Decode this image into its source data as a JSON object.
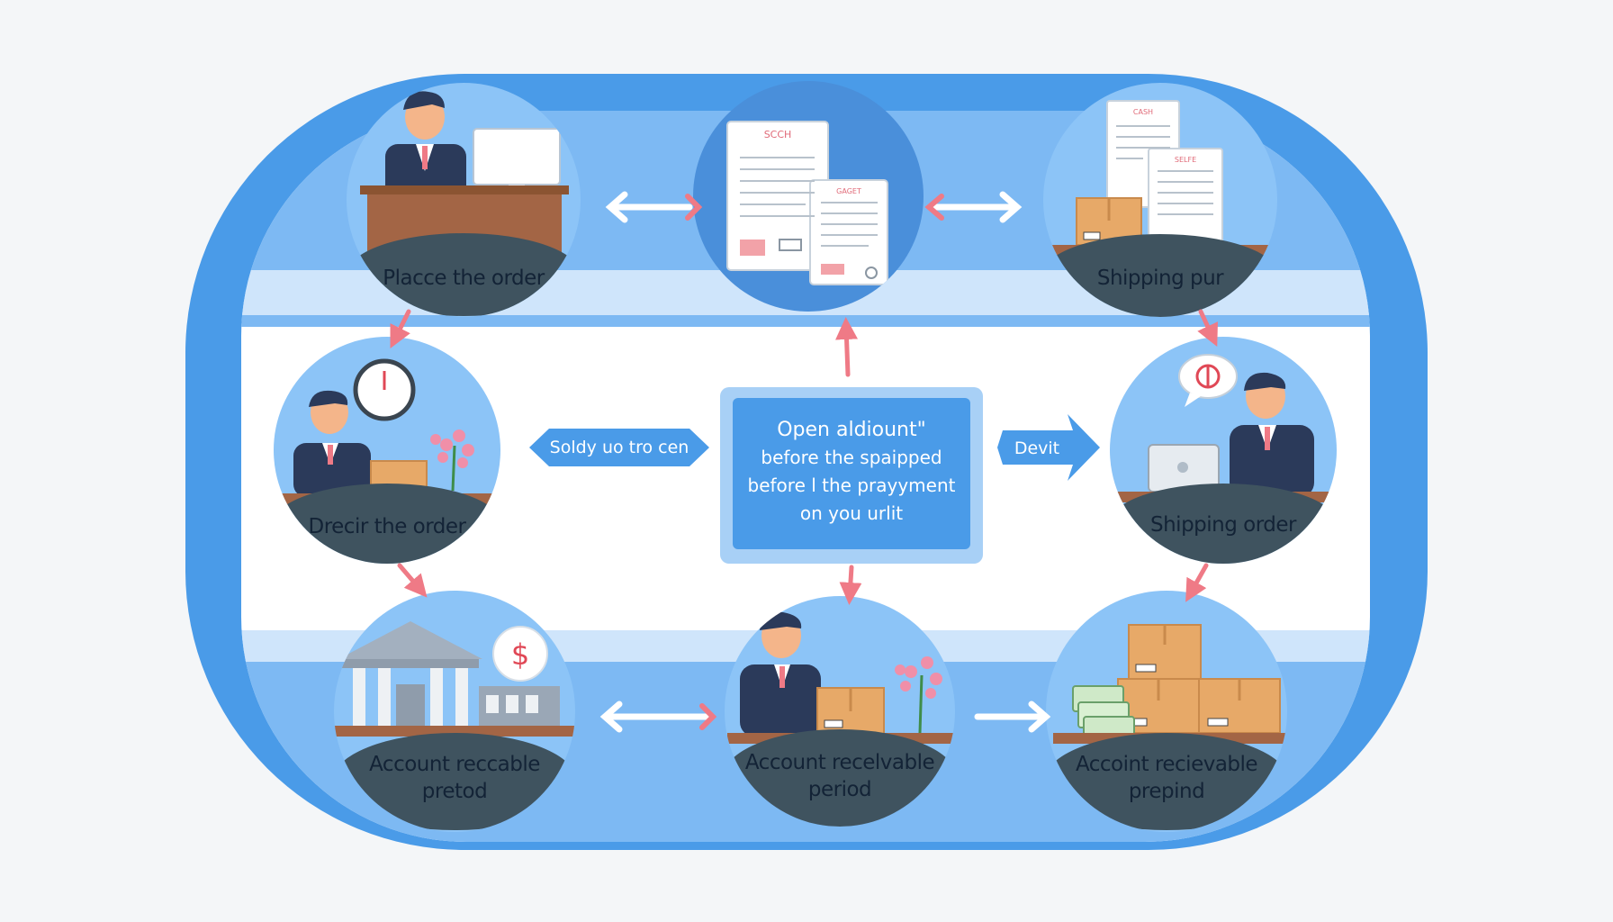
{
  "nodes": [
    {
      "id": "place-order",
      "lines": [
        "Placce the order"
      ]
    },
    {
      "id": "documents",
      "lines": []
    },
    {
      "id": "shipping-pur",
      "lines": [
        "Shipping pur"
      ]
    },
    {
      "id": "drecir-order",
      "lines": [
        "Drecir the order"
      ]
    },
    {
      "id": "shipping-order",
      "lines": [
        "Shipping order"
      ]
    },
    {
      "id": "account-receivable-bank",
      "lines": [
        "Account reccable",
        "pretod"
      ]
    },
    {
      "id": "account-receivable-period",
      "lines": [
        "Account recelvable",
        "period"
      ]
    },
    {
      "id": "account-receivable-prepind",
      "lines": [
        "Accoint recievable",
        "prepind"
      ]
    }
  ],
  "center": {
    "lines": [
      "Open aldiount\"",
      "before the spaipped",
      "before l the prayyment",
      "on you urlit"
    ]
  },
  "pills": {
    "left": "Soldy uo tro cen",
    "right": "Devit"
  },
  "doc_labels": {
    "doc1": "SCCH",
    "doc2": "GAGET",
    "doc3": "CASH",
    "doc4": "SELFE"
  },
  "coin_symbol": "$",
  "colors": {
    "frame": "#4a9be8",
    "band": "#7db9f3",
    "circle": "#8cc4f7",
    "label_cap": "#3f535f",
    "arrow": "#ef7a86",
    "pill": "#4a9be8"
  }
}
